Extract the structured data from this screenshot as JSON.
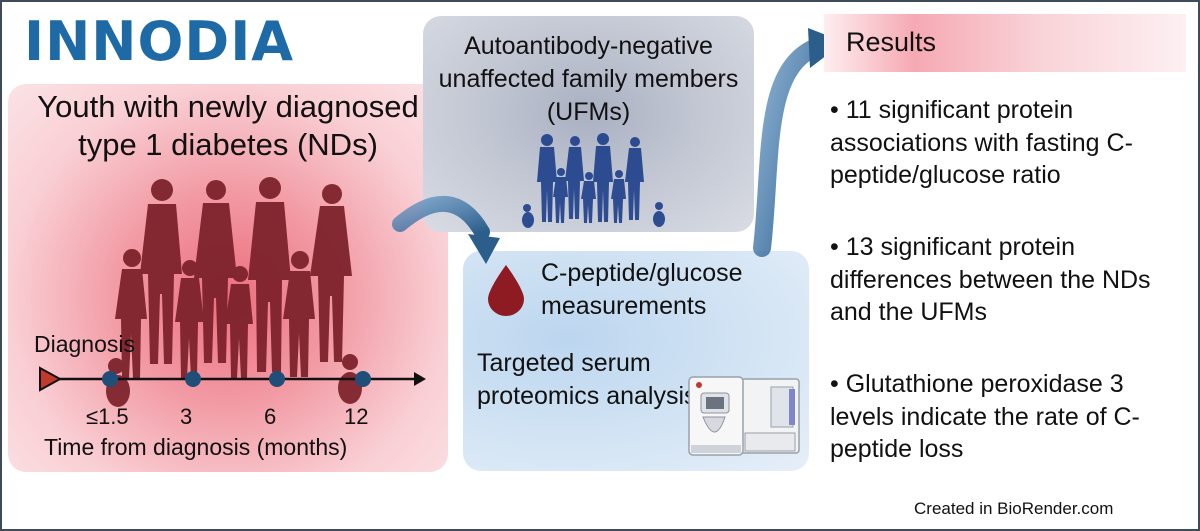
{
  "logo": {
    "text": "INNODIA"
  },
  "nd_panel": {
    "title": "Youth with newly diagnosed type 1 diabetes (NDs)",
    "diagnosis_label": "Diagnosis",
    "timepoints": [
      "≤1.5",
      "3",
      "6",
      "12"
    ],
    "axis_label": "Time from diagnosis (months)"
  },
  "ufm_panel": {
    "title": "Autoantibody-negative unaffected family members (UFMs)"
  },
  "measurement_panel": {
    "measurement_text": "C-peptide/glucose measurements",
    "proteomics_text": "Targeted serum proteomics analysis"
  },
  "results": {
    "title": "Results",
    "bullets": [
      "• 11 significant protein associations with fasting C-peptide/glucose ratio",
      "• 13 significant protein differences between the NDs and the UFMs",
      "• Glutathione peroxidase 3 levels indicate the rate of C-peptide loss"
    ]
  },
  "credit": "Created in BioRender.com",
  "colors": {
    "nd_figure": "#7a1f28",
    "ufm_figure": "#1d3f8a",
    "timeline_dot": "#1f4e78",
    "diagnosis_marker": "#c0392b",
    "arrow": "#2c5e8c",
    "logo": "#1d6aa6"
  },
  "icons": [
    "blood-drop-icon",
    "mass-spectrometer-icon",
    "family-silhouette-icon"
  ]
}
